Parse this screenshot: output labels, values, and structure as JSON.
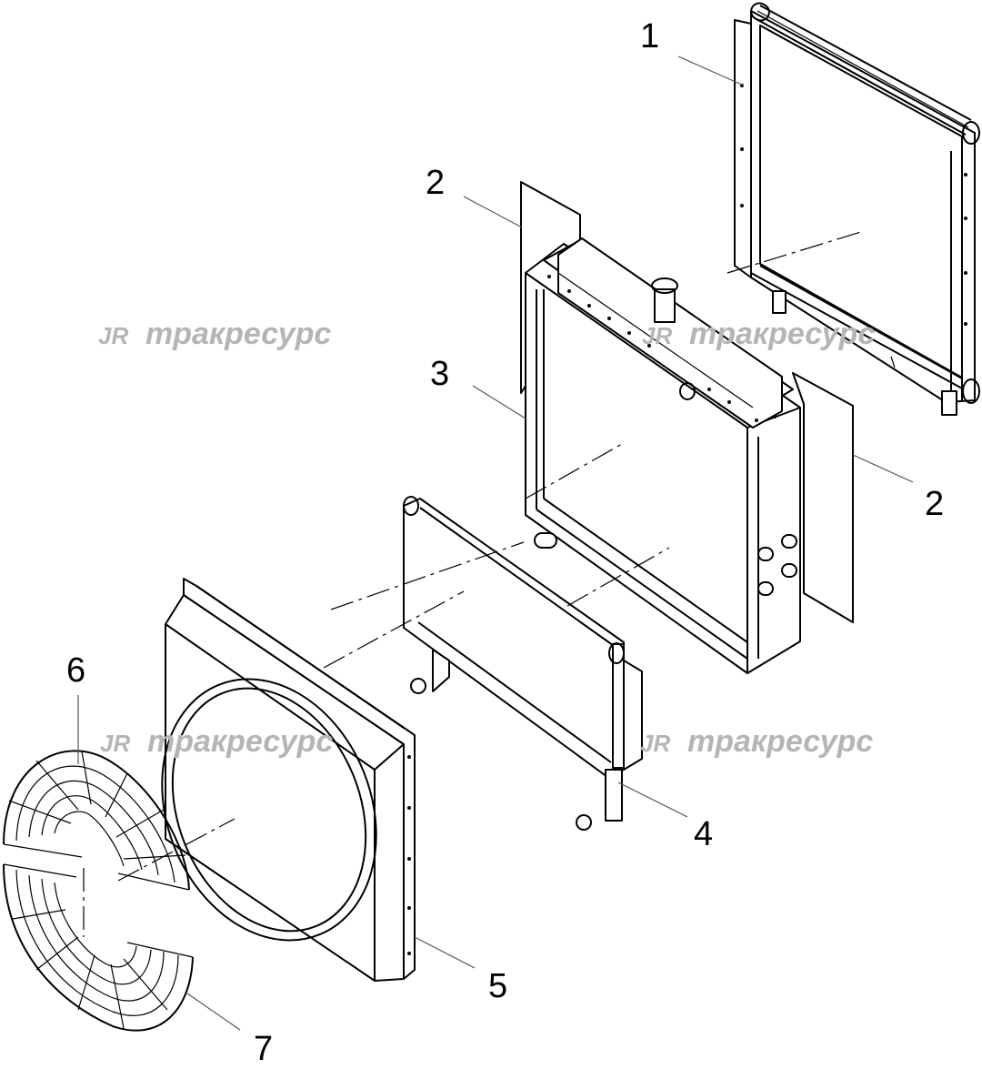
{
  "diagram": {
    "callouts": [
      "1",
      "2",
      "2",
      "3",
      "4",
      "5",
      "6",
      "7"
    ],
    "watermark": {
      "logo": "JR",
      "text": "тракресурс"
    }
  },
  "colors": {
    "line": "#000000",
    "watermark": "#b5b5b5",
    "background": "#ffffff"
  }
}
